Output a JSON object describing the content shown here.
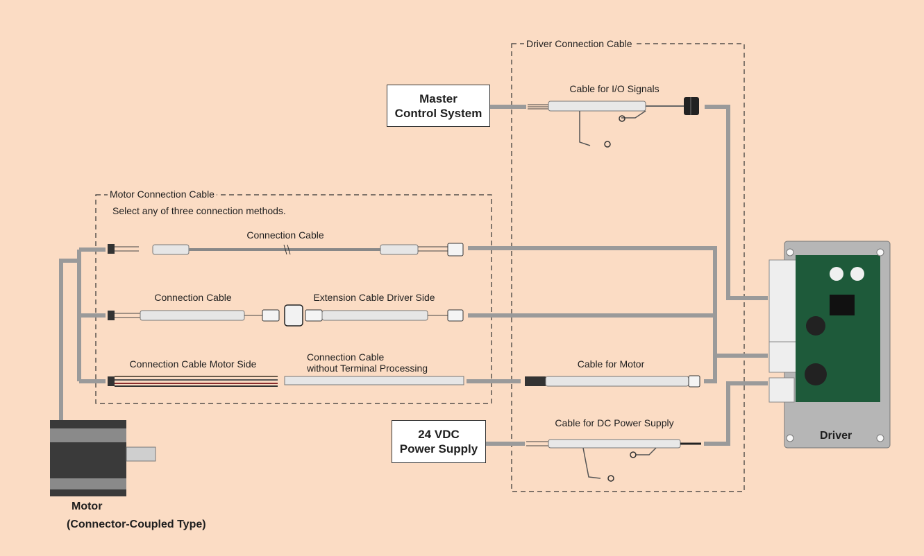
{
  "groups": {
    "driver_connection": {
      "title": "Driver Connection Cable"
    },
    "motor_connection": {
      "title": "Motor Connection Cable",
      "subtitle": "Select any of three connection methods."
    }
  },
  "boxes": {
    "master": "Master\nControl System",
    "power": "24 VDC\nPower Supply"
  },
  "cables": {
    "io_signals": "Cable for I/O Signals",
    "dc_power": "Cable for DC Power Supply",
    "motor": "Cable for Motor",
    "conn_cable_1": "Connection Cable",
    "conn_cable_2": "Connection Cable",
    "ext_driver_side": "Extension Cable Driver Side",
    "conn_motor_side": "Connection Cable Motor Side",
    "conn_no_terminal_line1": "Connection Cable",
    "conn_no_terminal_line2": "without Terminal Processing"
  },
  "devices": {
    "driver": "Driver",
    "motor_line1": "Motor",
    "motor_line2": "(Connector-Coupled Type)"
  },
  "colors": {
    "background": "#fbdcc4",
    "wire": "#9a9a9a",
    "dashed_border": "#333333"
  }
}
